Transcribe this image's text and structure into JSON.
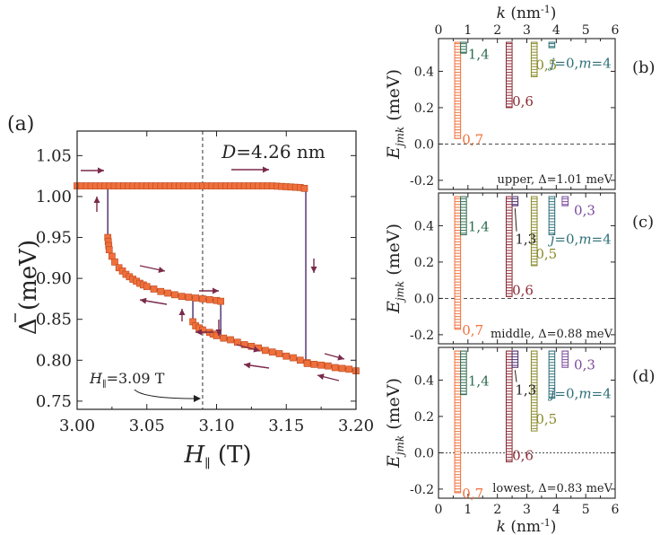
{
  "colors": {
    "orange": "#F0703C",
    "orange_edge": "#C24E22",
    "purple": "#4A2A6A",
    "arrow": "#7A2A4A",
    "green": "#2E6B50",
    "darkred": "#8B2A35",
    "olive": "#8A8A2A",
    "teal": "#2E6F78",
    "violet": "#7A4A9A"
  },
  "chart_data": [
    {
      "id": "a",
      "panel_label": "(a)",
      "type": "scatter",
      "ylabel_sym": "Δ",
      "ylabel_unit": " (meV)",
      "xlabel_sym": "H",
      "xlabel_sub": "∥",
      "xlabel_unit": " (T)",
      "xlim": [
        3.0,
        3.2
      ],
      "ylim": [
        0.74,
        1.08
      ],
      "xticks": [
        3.0,
        3.05,
        3.1,
        3.15,
        3.2
      ],
      "xtick_labels": [
        "3.00",
        "3.05",
        "3.10",
        "3.15",
        "3.20"
      ],
      "yticks": [
        0.75,
        0.8,
        0.85,
        0.9,
        0.95,
        1.0,
        1.05
      ],
      "ytick_labels": [
        "0.75",
        "0.80",
        "0.85",
        "0.90",
        "0.95",
        "1.00",
        "1.05"
      ],
      "annotation_D_sym": "D",
      "annotation_D_val": "=4.26 nm",
      "annotation_H_sym": "H",
      "annotation_H_sub": "∥",
      "annotation_H_val": "=3.09 T",
      "vline_x": 3.09,
      "series": [
        {
          "x": [
            3.0,
            3.01,
            3.02,
            3.03,
            3.04,
            3.05,
            3.06,
            3.07,
            3.08,
            3.09,
            3.1,
            3.11,
            3.12,
            3.13,
            3.14,
            3.15,
            3.16,
            3.163
          ],
          "y": [
            1.013,
            1.013,
            1.013,
            1.013,
            1.013,
            1.013,
            1.013,
            1.013,
            1.013,
            1.013,
            1.013,
            1.013,
            1.013,
            1.013,
            1.013,
            1.012,
            1.011,
            1.01
          ]
        },
        {
          "x": [
            3.022,
            3.023,
            3.025,
            3.027,
            3.03,
            3.035,
            3.04,
            3.045,
            3.05,
            3.055,
            3.06,
            3.065,
            3.07,
            3.075,
            3.08,
            3.085,
            3.09,
            3.095,
            3.1,
            3.103
          ],
          "y": [
            0.95,
            0.935,
            0.927,
            0.92,
            0.913,
            0.905,
            0.899,
            0.894,
            0.89,
            0.887,
            0.884,
            0.882,
            0.88,
            0.878,
            0.877,
            0.876,
            0.875,
            0.874,
            0.873,
            0.872
          ]
        },
        {
          "x": [
            3.083,
            3.085,
            3.09,
            3.095,
            3.1,
            3.105,
            3.11,
            3.115,
            3.12,
            3.125,
            3.13,
            3.135,
            3.14,
            3.145,
            3.15,
            3.155,
            3.16,
            3.165
          ],
          "y": [
            0.847,
            0.842,
            0.837,
            0.834,
            0.83,
            0.827,
            0.825,
            0.822,
            0.819,
            0.817,
            0.815,
            0.812,
            0.81,
            0.808,
            0.805,
            0.803,
            0.8,
            0.797
          ]
        },
        {
          "x": [
            3.165,
            3.17,
            3.175,
            3.18,
            3.185,
            3.19,
            3.195,
            3.2
          ],
          "y": [
            0.796,
            0.795,
            0.794,
            0.793,
            0.791,
            0.79,
            0.789,
            0.787
          ]
        }
      ]
    },
    {
      "id": "b",
      "panel_label": "(b)",
      "type": "bar",
      "xlabel_sym": "k",
      "xlabel_unit": " (nm",
      "xlabel_sup": "-1",
      "xlabel_close": ")",
      "ylabel_sym": "E",
      "ylabel_sub": "jmk",
      "ylabel_unit": " (meV)",
      "xlim": [
        0,
        6
      ],
      "ylim": [
        -0.25,
        0.58
      ],
      "xticks": [
        0,
        1,
        2,
        3,
        4,
        5,
        6
      ],
      "xtick_labels": [
        "0",
        "1",
        "2",
        "3",
        "4",
        "5",
        "6"
      ],
      "yticks": [
        -0.2,
        0.0,
        0.2,
        0.4
      ],
      "ytick_labels": [
        "-0.2",
        "0.0",
        "0.2",
        "0.4"
      ],
      "caption_text": "upper, ",
      "caption_sym": "Δ",
      "caption_val": "=1.01 meV",
      "levels": [
        {
          "name": "0,7",
          "label_j": "0,7",
          "k": [
            0.55,
            0.75
          ],
          "min": 0.03,
          "max": 0.56,
          "color": "orange"
        },
        {
          "name": "1,4",
          "label_j": "1,4",
          "k": [
            0.75,
            0.95
          ],
          "min": 0.5,
          "max": 0.56,
          "color": "green"
        },
        {
          "name": "0,6",
          "label_j": "0,6",
          "k": [
            2.3,
            2.5
          ],
          "min": 0.2,
          "max": 0.56,
          "color": "darkred"
        },
        {
          "name": "0,5",
          "label_j": "0,5",
          "k": [
            3.15,
            3.35
          ],
          "min": 0.37,
          "max": 0.56,
          "color": "olive"
        },
        {
          "name": "0,4",
          "label_j": "j",
          "label_m": "m",
          "label_txt": "=0,",
          "label_end": "=4",
          "k": [
            3.75,
            3.95
          ],
          "min": 0.53,
          "max": 0.56,
          "color": "teal"
        }
      ]
    },
    {
      "id": "c",
      "panel_label": "(c)",
      "type": "bar",
      "ylabel_sym": "E",
      "ylabel_sub": "jmk",
      "ylabel_unit": " (meV)",
      "xlim": [
        0,
        6
      ],
      "ylim": [
        -0.25,
        0.58
      ],
      "xticks": [
        0,
        1,
        2,
        3,
        4,
        5,
        6
      ],
      "yticks": [
        -0.2,
        0.0,
        0.2,
        0.4
      ],
      "ytick_labels": [
        "-0.2",
        "0.0",
        "0.2",
        "0.4"
      ],
      "caption_text": "middle, ",
      "caption_sym": "Δ",
      "caption_val": "=0.88 meV",
      "levels": [
        {
          "name": "0,7",
          "label_j": "0,7",
          "k": [
            0.55,
            0.75
          ],
          "min": -0.17,
          "max": 0.56,
          "color": "orange"
        },
        {
          "name": "1,4",
          "label_j": "1,4",
          "k": [
            0.75,
            0.95
          ],
          "min": 0.35,
          "max": 0.56,
          "color": "green"
        },
        {
          "name": "0,6",
          "label_j": "0,6",
          "k": [
            2.3,
            2.5
          ],
          "min": 0.01,
          "max": 0.56,
          "color": "darkred"
        },
        {
          "name": "1,3",
          "label_j": "1,3",
          "k": [
            2.5,
            2.7
          ],
          "min": 0.51,
          "max": 0.56,
          "color": "purple"
        },
        {
          "name": "0,5",
          "label_j": "0,5",
          "k": [
            3.15,
            3.35
          ],
          "min": 0.18,
          "max": 0.56,
          "color": "olive"
        },
        {
          "name": "0,4",
          "label_j": "j",
          "label_m": "m",
          "label_txt": "=0,",
          "label_end": "=4",
          "k": [
            3.75,
            3.95
          ],
          "min": 0.35,
          "max": 0.56,
          "color": "teal"
        },
        {
          "name": "0,3",
          "label_j": "0,3",
          "k": [
            4.2,
            4.4
          ],
          "min": 0.51,
          "max": 0.56,
          "color": "violet"
        }
      ]
    },
    {
      "id": "d",
      "panel_label": "(d)",
      "type": "bar",
      "xlabel_sym": "k",
      "xlabel_unit": " (nm",
      "xlabel_sup": "-1",
      "xlabel_close": ")",
      "ylabel_sym": "E",
      "ylabel_sub": "jmk",
      "ylabel_unit": " (meV)",
      "xlim": [
        0,
        6
      ],
      "ylim": [
        -0.25,
        0.58
      ],
      "xticks": [
        0,
        1,
        2,
        3,
        4,
        5,
        6
      ],
      "xtick_labels": [
        "0",
        "1",
        "2",
        "3",
        "4",
        "5",
        "6"
      ],
      "yticks": [
        -0.2,
        0.0,
        0.2,
        0.4
      ],
      "ytick_labels": [
        "-0.2",
        "0.0",
        "0.2",
        "0.4"
      ],
      "caption_text": "lowest, ",
      "caption_sym": "Δ",
      "caption_val": "=0.83 meV",
      "levels": [
        {
          "name": "0,7",
          "label_j": "0,7",
          "k": [
            0.55,
            0.75
          ],
          "min": -0.22,
          "max": 0.56,
          "color": "orange"
        },
        {
          "name": "1,4",
          "label_j": "1,4",
          "k": [
            0.75,
            0.95
          ],
          "min": 0.32,
          "max": 0.56,
          "color": "green"
        },
        {
          "name": "0,6",
          "label_j": "0,6",
          "k": [
            2.3,
            2.5
          ],
          "min": -0.05,
          "max": 0.56,
          "color": "darkred"
        },
        {
          "name": "1,3",
          "label_j": "1,3",
          "k": [
            2.5,
            2.7
          ],
          "min": 0.47,
          "max": 0.56,
          "color": "purple"
        },
        {
          "name": "0,5",
          "label_j": "0,5",
          "k": [
            3.15,
            3.35
          ],
          "min": 0.12,
          "max": 0.56,
          "color": "olive"
        },
        {
          "name": "0,4",
          "label_j": "j",
          "label_m": "m",
          "label_txt": "=0,",
          "label_end": "=4",
          "k": [
            3.75,
            3.95
          ],
          "min": 0.3,
          "max": 0.56,
          "color": "teal"
        },
        {
          "name": "0,3",
          "label_j": "0,3",
          "k": [
            4.2,
            4.4
          ],
          "min": 0.47,
          "max": 0.56,
          "color": "violet"
        }
      ]
    }
  ]
}
